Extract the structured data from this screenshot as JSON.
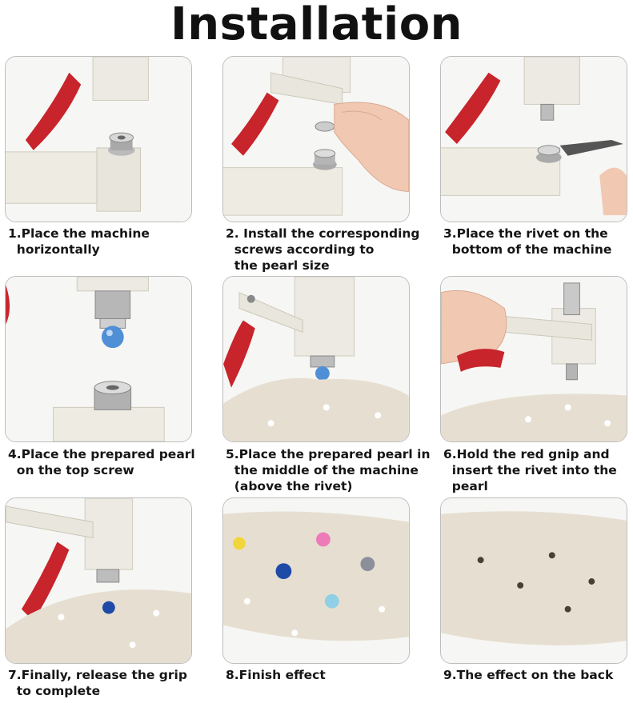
{
  "title": "Installation",
  "steps": [
    {
      "lines": [
        "1.Place the machine",
        "  horizontally"
      ],
      "image": "machine-base-icon"
    },
    {
      "lines": [
        "2. Install the corresponding",
        "  screws according to",
        "  the pearl size"
      ],
      "image": "screw-install-icon"
    },
    {
      "lines": [
        "3.Place the rivet on the",
        "  bottom of the machine"
      ],
      "image": "rivet-placement-icon"
    },
    {
      "lines": [
        "4.Place the prepared pearl",
        "  on the top screw"
      ],
      "image": "pearl-top-icon"
    },
    {
      "lines": [
        "5.Place the prepared pearl in",
        "  the middle of the machine",
        "  (above the rivet)"
      ],
      "image": "pearl-middle-icon"
    },
    {
      "lines": [
        "6.Hold the red gnip and",
        "  insert the rivet into the",
        "  pearl"
      ],
      "image": "hand-grip-icon"
    },
    {
      "lines": [
        "7.Finally, release the grip",
        "  to complete"
      ],
      "image": "release-grip-icon"
    },
    {
      "lines": [
        "8.Finish effect"
      ],
      "image": "pearl-fabric-icon"
    },
    {
      "lines": [
        "9.The effect on the back"
      ],
      "image": "fabric-back-icon"
    }
  ]
}
